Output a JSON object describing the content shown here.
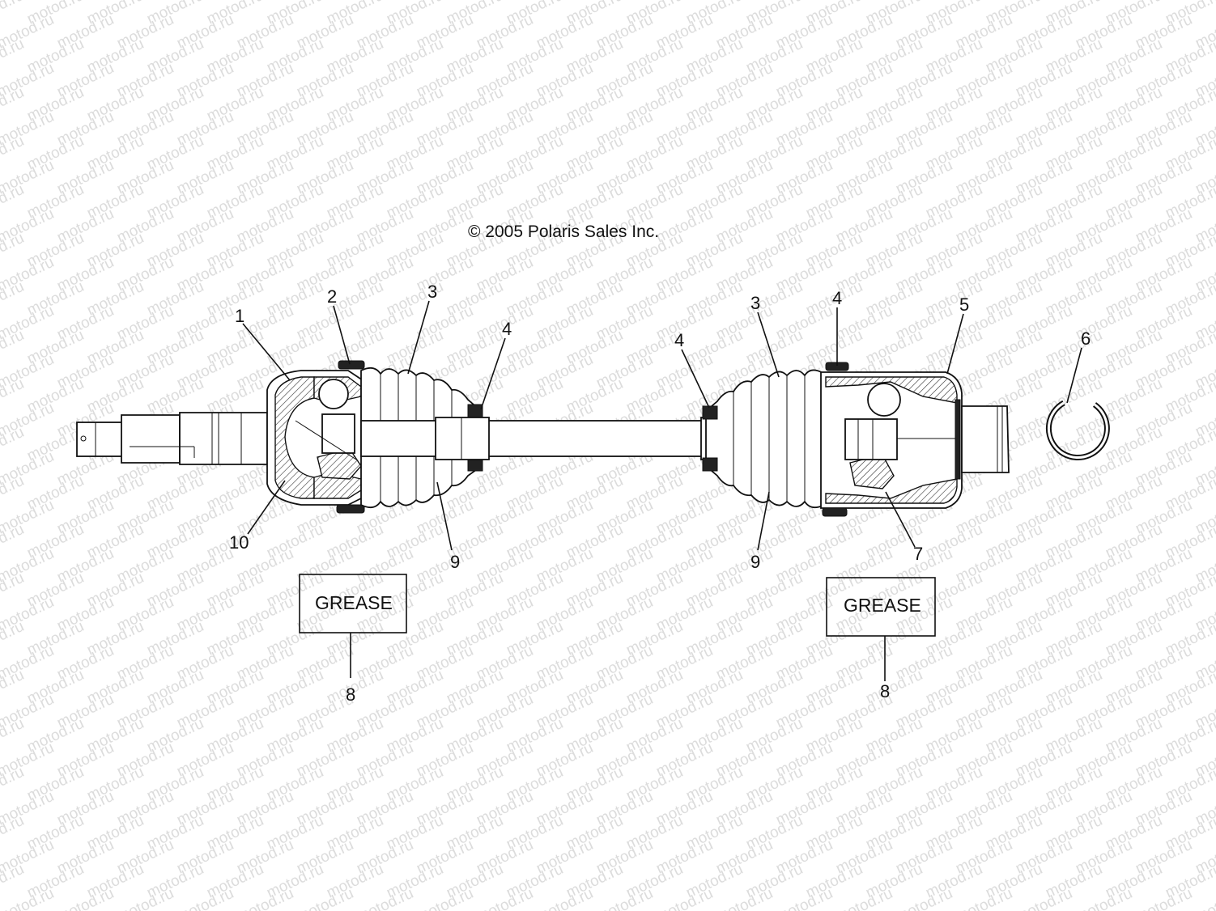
{
  "diagram": {
    "copyright": "© 2005 Polaris Sales Inc.",
    "watermark": "motod.ru",
    "callouts": {
      "c1": "1",
      "c2": "2",
      "c3_left": "3",
      "c4_left": "4",
      "c4_mid": "4",
      "c3_right": "3",
      "c4_right": "4",
      "c5": "5",
      "c6": "6",
      "c10": "10",
      "c9_left": "9",
      "c9_right": "9",
      "c7": "7",
      "c8_left": "8",
      "c8_right": "8"
    },
    "grease_left": "GREASE",
    "grease_right": "GREASE"
  }
}
